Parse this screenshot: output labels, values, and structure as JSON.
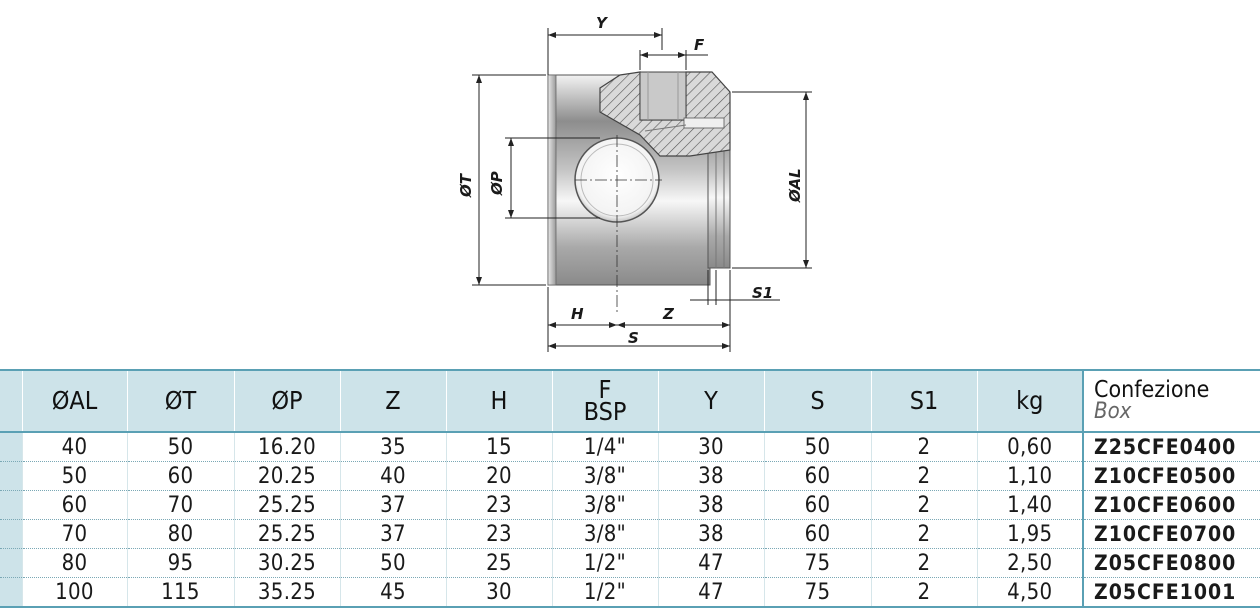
{
  "drawing": {
    "labels": {
      "y": "Y",
      "f": "F",
      "t": "ØT",
      "p": "ØP",
      "al": "ØAL",
      "s1": "S1",
      "h": "H",
      "z": "Z",
      "s": "S"
    }
  },
  "table": {
    "headers": {
      "al": "ØAL",
      "t": "ØT",
      "p": "ØP",
      "z": "Z",
      "h": "H",
      "f_line1": "F",
      "f_line2": "BSP",
      "y": "Y",
      "s": "S",
      "s1": "S1",
      "kg": "kg",
      "pack_it": "Confezione",
      "pack_en": "Box"
    },
    "rows": [
      {
        "al": "40",
        "t": "50",
        "p": "16.20",
        "z": "35",
        "h": "15",
        "f": "1/4\"",
        "y": "30",
        "s": "50",
        "s1": "2",
        "kg": "0,60",
        "code": "Z25CFE0400"
      },
      {
        "al": "50",
        "t": "60",
        "p": "20.25",
        "z": "40",
        "h": "20",
        "f": "3/8\"",
        "y": "38",
        "s": "60",
        "s1": "2",
        "kg": "1,10",
        "code": "Z10CFE0500"
      },
      {
        "al": "60",
        "t": "70",
        "p": "25.25",
        "z": "37",
        "h": "23",
        "f": "3/8\"",
        "y": "38",
        "s": "60",
        "s1": "2",
        "kg": "1,40",
        "code": "Z10CFE0600"
      },
      {
        "al": "70",
        "t": "80",
        "p": "25.25",
        "z": "37",
        "h": "23",
        "f": "3/8\"",
        "y": "38",
        "s": "60",
        "s1": "2",
        "kg": "1,95",
        "code": "Z10CFE0700"
      },
      {
        "al": "80",
        "t": "95",
        "p": "30.25",
        "z": "50",
        "h": "25",
        "f": "1/2\"",
        "y": "47",
        "s": "75",
        "s1": "2",
        "kg": "2,50",
        "code": "Z05CFE0800"
      },
      {
        "al": "100",
        "t": "115",
        "p": "35.25",
        "z": "45",
        "h": "30",
        "f": "1/2\"",
        "y": "47",
        "s": "75",
        "s1": "2",
        "kg": "4,50",
        "code": "Z05CFE1001"
      }
    ]
  }
}
